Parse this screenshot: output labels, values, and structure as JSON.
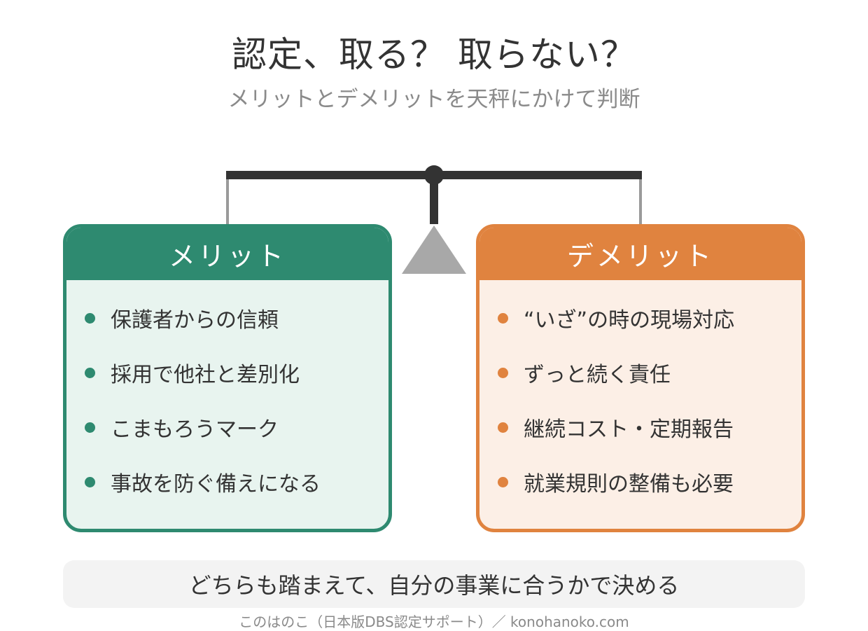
{
  "title": "認定、取る？ 取らない？",
  "subtitle": "メリットとデメリットを天秤にかけて判断",
  "merit": {
    "label": "メリット",
    "color": "#2e8a70",
    "items": [
      "保護者からの信頼",
      "採用で他社と差別化",
      "こまもろうマーク",
      "事故を防ぐ備えになる"
    ]
  },
  "demerit": {
    "label": "デメリット",
    "color": "#e0833f",
    "items": [
      "“いざ”の時の現場対応",
      "ずっと続く責任",
      "継続コスト・定期報告",
      "就業規則の整備も必要"
    ]
  },
  "conclusion": "どちらも踏まえて、自分の事業に合うかで決める",
  "footer": "このはのこ（日本版DBS認定サポート）／ konohanoko.com"
}
